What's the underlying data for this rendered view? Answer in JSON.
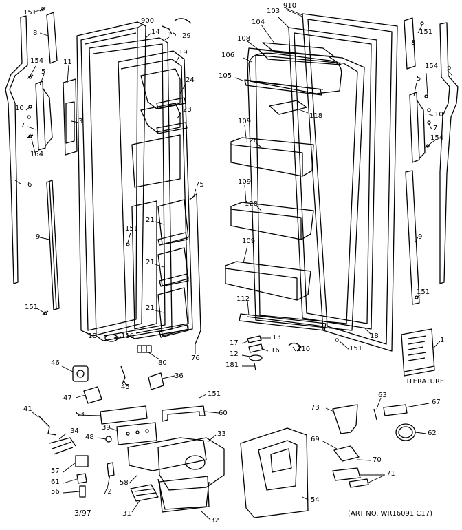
{
  "part_numbers": {
    "p151": "151",
    "p8": "8",
    "p154": "154",
    "p5": "5",
    "p11": "11",
    "p10": "10",
    "p3": "3",
    "p7": "7",
    "p6": "6",
    "p9": "9",
    "p900": "900",
    "p14": "14",
    "p15": "15",
    "p29": "29",
    "p19": "19",
    "p24": "24",
    "p23": "23",
    "p75": "75",
    "p21": "21",
    "p18": "18",
    "p110": "110",
    "p80": "80",
    "p76": "76",
    "p103": "103",
    "p910": "910",
    "p104": "104",
    "p108": "108",
    "p106": "106",
    "p105": "105",
    "p118": "118",
    "p109": "109",
    "p128": "128",
    "p112": "112",
    "p17": "17",
    "p13": "13",
    "p12": "12",
    "p16": "16",
    "p181": "181",
    "p1": "1",
    "p46": "46",
    "p47": "47",
    "p45": "45",
    "p36": "36",
    "p53": "53",
    "p60": "60",
    "p41": "41",
    "p34": "34",
    "p39": "39",
    "p48": "48",
    "p33": "33",
    "p57": "57",
    "p61": "61",
    "p56": "56",
    "p72": "72",
    "p58": "58",
    "p31": "31",
    "p32": "32",
    "p54": "54",
    "p73": "73",
    "p63": "63",
    "p67": "67",
    "p62": "62",
    "p69": "69",
    "p70": "70",
    "p71": "71"
  },
  "literature_label": "LITERATURE",
  "date_code": "3/97",
  "art_number": "(ART NO. WR16091 C17)"
}
